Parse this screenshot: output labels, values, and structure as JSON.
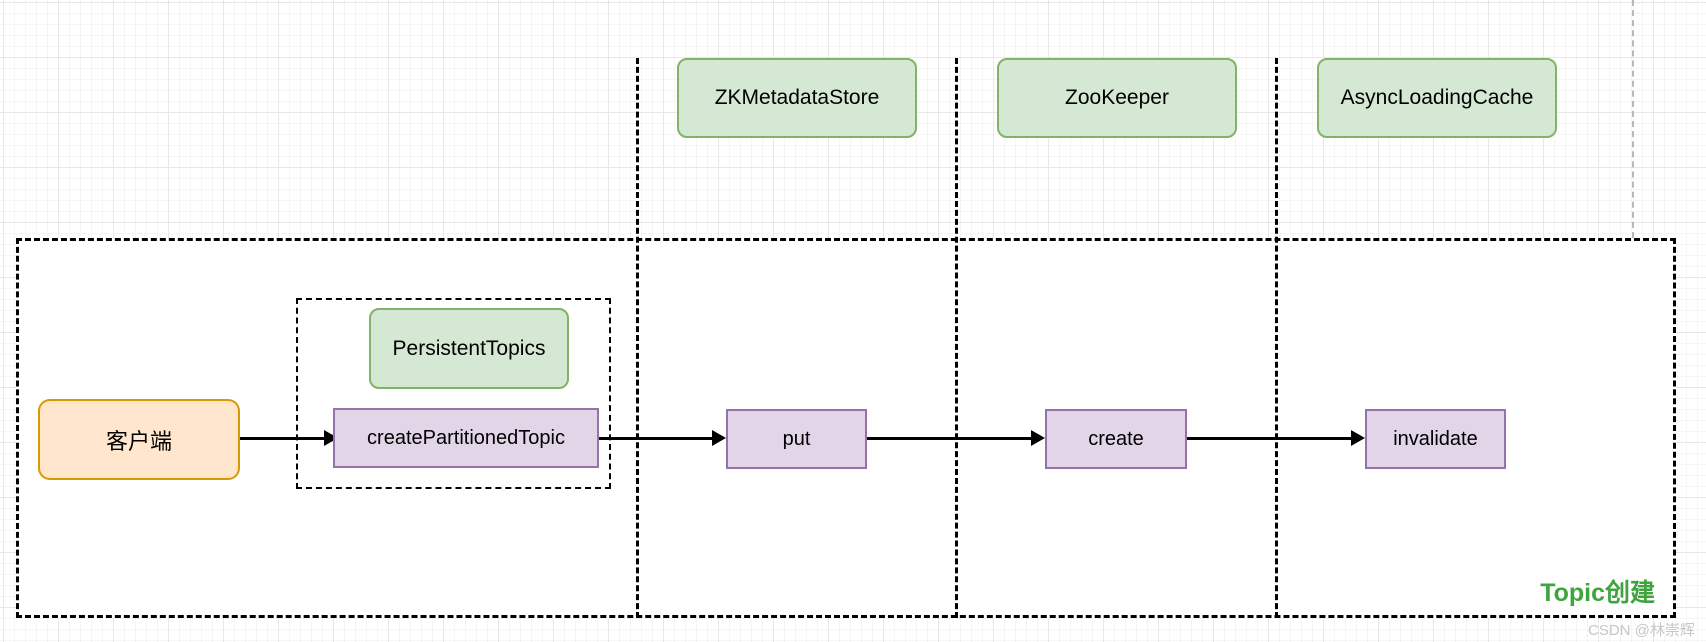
{
  "diagram": {
    "type": "flow-diagram",
    "caption": "Topic创建",
    "watermark": "CSDN @林崇辉",
    "lane_headers": [
      {
        "id": "zk-metadata-store",
        "label": "ZKMetadataStore"
      },
      {
        "id": "zookeeper",
        "label": "ZooKeeper"
      },
      {
        "id": "async-loading-cache",
        "label": "AsyncLoadingCache"
      }
    ],
    "nodes": {
      "client": {
        "label": "客户端"
      },
      "persistent_topics": {
        "label": "PersistentTopics"
      },
      "create_partitioned_topic": {
        "label": "createPartitionedTopic"
      },
      "put": {
        "label": "put"
      },
      "create": {
        "label": "create"
      },
      "invalidate": {
        "label": "invalidate"
      }
    },
    "edges": [
      {
        "from": "客户端",
        "to": "createPartitionedTopic"
      },
      {
        "from": "createPartitionedTopic",
        "to": "put"
      },
      {
        "from": "put",
        "to": "create"
      },
      {
        "from": "create",
        "to": "invalidate"
      }
    ],
    "colors": {
      "header_fill": "#d5e8d4",
      "header_border": "#82b366",
      "client_fill": "#ffe6cc",
      "client_border": "#d79b00",
      "method_fill": "#e1d5e7",
      "method_border": "#9673a6",
      "caption_green": "#3fa43d",
      "watermark_gray": "#c7c7c7",
      "line_black": "#000000"
    }
  }
}
